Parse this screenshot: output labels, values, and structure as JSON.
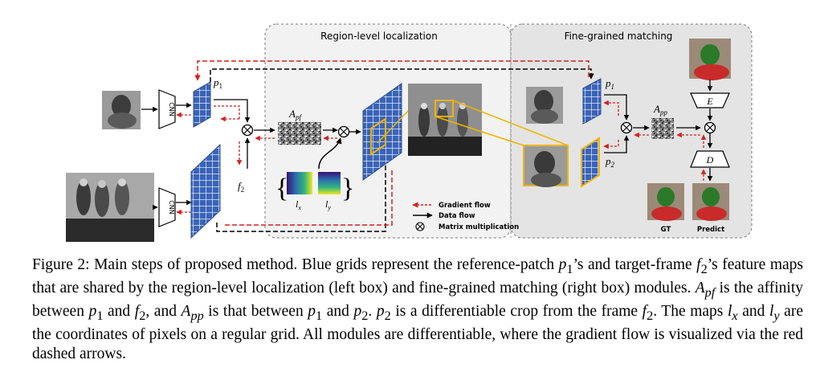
{
  "regions": {
    "left_title": "Region-level localization",
    "right_title": "Fine-grained matching"
  },
  "labels": {
    "p1_left": "p",
    "p1_left_sub": "1",
    "f2": "f",
    "f2_sub": "2",
    "apf": "A",
    "apf_sub": "pf",
    "lx": "l",
    "lx_sub": "x",
    "ly": "l",
    "ly_sub": "y",
    "p1_right": "p",
    "p1_right_sub": "1",
    "p2_right": "p",
    "p2_right_sub": "2",
    "app": "A",
    "app_sub": "pp",
    "encoder": "E",
    "decoder": "D",
    "cnn_top": "CNN",
    "cnn_bottom": "CNN",
    "gt": "GT",
    "predict": "Predict"
  },
  "legend": {
    "gradient_flow": "Gradient flow",
    "data_flow": "Data flow",
    "matrix_mult": "Matrix multiplication"
  },
  "colors": {
    "gradient_arrow": "#d42020",
    "data_arrow": "#000000",
    "grid_blue": "#3a64b8",
    "crop_yellow": "#f0b400",
    "left_panel": "#f2f2f2",
    "right_panel": "#e4e4e4"
  },
  "caption": {
    "line1": "Figure 2: Main steps of proposed method. Blue grids represent the reference-patch ",
    "p1": "p",
    "p1_sub": "1",
    "line1b": "’s and target-frame ",
    "f2": "f",
    "f2_sub": "2",
    "line1c": "’s feature maps that are shared by the region-level localization (left box) and fine-grained matching (right box) modules. ",
    "apf": "A",
    "apf_sub": "pf",
    "seg2": " is the affinity between ",
    "seg2_p1": "p",
    "seg2_p1_sub": "1",
    "seg2_and": " and ",
    "seg2_f2": "f",
    "seg2_f2_sub": "2",
    "seg2_comma": ", and ",
    "app": "A",
    "app_sub": "pp",
    "seg3": " is that between ",
    "seg3_p1": "p",
    "seg3_p1_sub": "1",
    "seg3_and": " and ",
    "seg3_p2": "p",
    "seg3_p2_sub": "2",
    "seg3_dot": ". ",
    "seg4_p2": "p",
    "seg4_p2_sub": "2",
    "seg4": " is a differentiable crop from the frame ",
    "seg4_f2": "f",
    "seg4_f2_sub": "2",
    "seg5": ". The maps ",
    "seg5_lx": "l",
    "seg5_lx_sub": "x",
    "seg5_and": " and ",
    "seg5_ly": "l",
    "seg5_ly_sub": "y",
    "seg6": " are the coordinates of pixels on a regular grid. All modules are differentiable, where the gradient flow is visualized via the red dashed arrows."
  }
}
